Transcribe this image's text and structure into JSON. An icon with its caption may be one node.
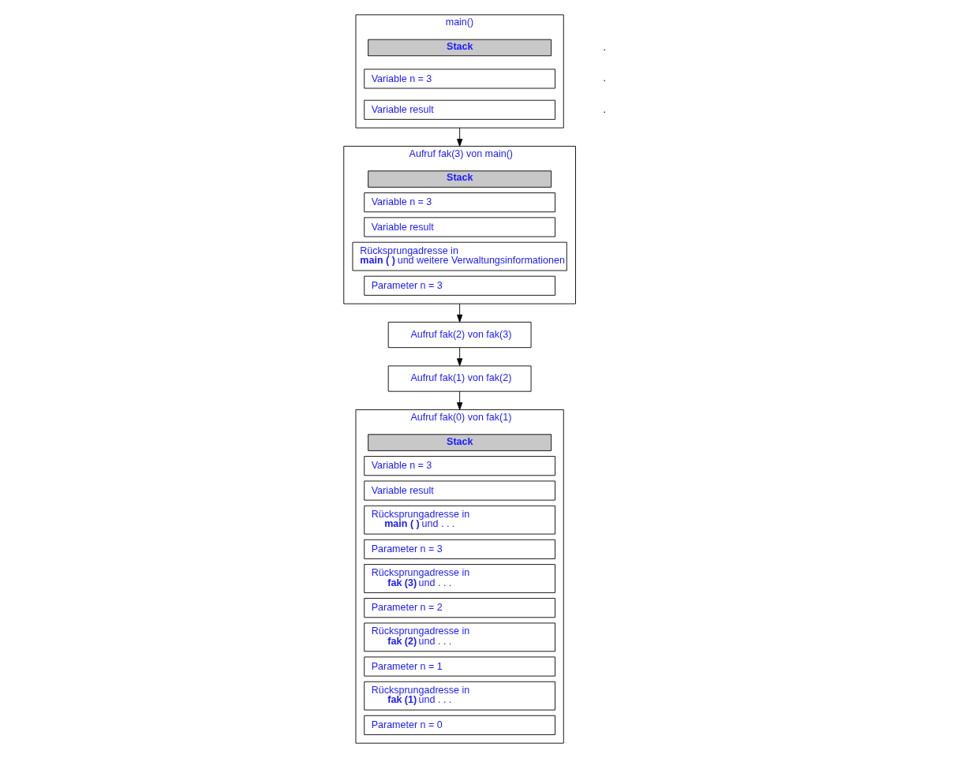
{
  "diagram": {
    "nodes": [
      {
        "text": [
          "main()"
        ]
      },
      {
        "text": [
          "Stack"
        ],
        "in": 0
      },
      {
        "text": [
          "Variable n = 3"
        ],
        "in": 0
      },
      {
        "text": [
          "Variable result"
        ],
        "in": 0
      },
      {
        "text": [
          "Aufruf fak(3) von main()"
        ]
      },
      {
        "text": [
          "Stack"
        ],
        "in": 4
      },
      {
        "text": [
          "Variable n = 3"
        ],
        "in": 4
      },
      {
        "text": [
          "Variable result"
        ],
        "in": 4
      },
      {
        "text": [
          "Rücksprungadresse in **main ( )** und weitere Verwaltungsinformationen"
        ],
        "in": 4
      },
      {
        "text": [
          "Parameter n = 3"
        ],
        "in": 4
      },
      {
        "text": [
          "Aufruf fak(2) von fak(3)"
        ]
      },
      {
        "text": [
          "Aufruf fak(1) von fak(2)"
        ]
      },
      {
        "text": [
          "Aufruf fak(0) von fak(1)"
        ]
      },
      {
        "text": [
          "Stack"
        ],
        "in": 12
      },
      {
        "text": [
          "Variable n = 3"
        ],
        "in": 12
      },
      {
        "text": [
          "Variable result"
        ],
        "in": 12
      },
      {
        "text": [
          "Rücksprungadresse in **main ( )** und . . ."
        ],
        "in": 12
      },
      {
        "text": [
          "Parameter n = 3"
        ],
        "in": 12
      },
      {
        "text": [
          "Rücksprungadresse in **fak (3)** und . . ."
        ],
        "in": 12
      },
      {
        "text": [
          "Parameter n = 2"
        ],
        "in": 12
      },
      {
        "text": [
          "Rücksprungadresse in **fak (2)** und . . ."
        ],
        "in": 12
      },
      {
        "text": [
          "Parameter n = 1"
        ],
        "in": 12
      },
      {
        "text": [
          "Rücksprungadresse in **fak (1)** und . . ."
        ],
        "in": 12
      },
      {
        "text": [
          "Parameter n = 0"
        ],
        "in": 12
      }
    ],
    "edges": [
      {
        "from": 0,
        "to": 4,
        "arrow": "to"
      },
      {
        "from": 4,
        "to": 10,
        "arrow": "to"
      },
      {
        "from": 10,
        "to": 11,
        "arrow": "to"
      },
      {
        "from": 11,
        "to": 12,
        "arrow": "to"
      }
    ],
    "labels": [
      ".",
      ".",
      "."
    ]
  }
}
